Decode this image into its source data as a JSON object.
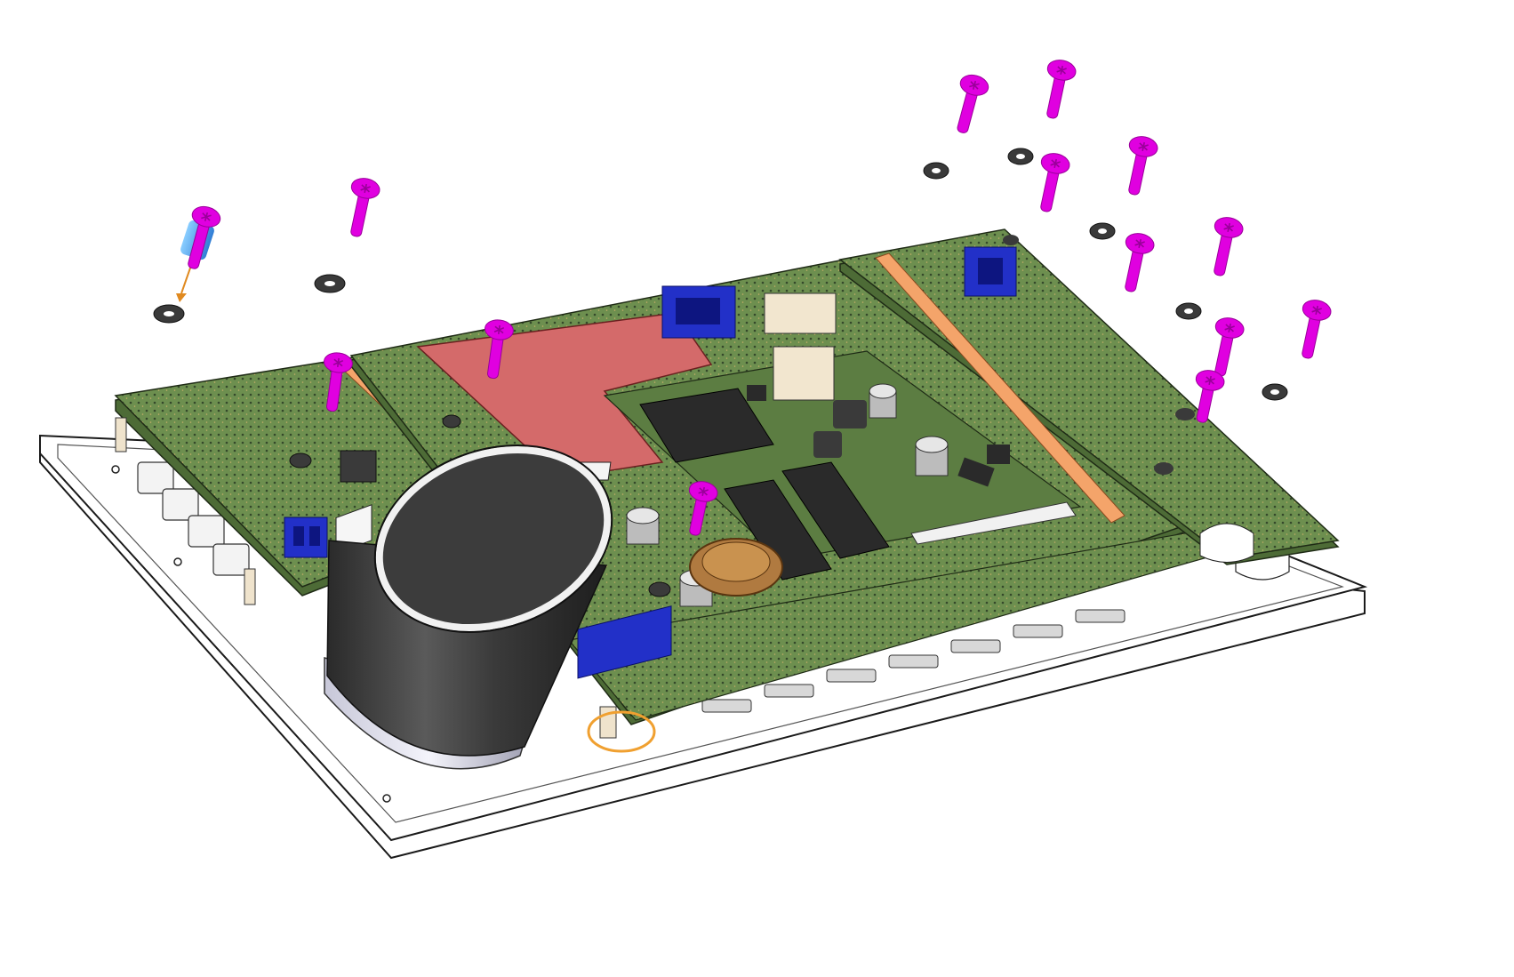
{
  "view": {
    "kind": "exploded-assembly",
    "background": "#ffffff"
  },
  "colors": {
    "baseplate": "#ffffff",
    "baseplate_edge": "#1a1a1a",
    "pcb": "#6d8f4f",
    "pcb_dark": "#4d6b36",
    "pcb_dot": "#2e3f22",
    "screw": "#e000e0",
    "screw_dark": "#9a009a",
    "washer": "#3a3a3a",
    "connector_blue": "#2230c8",
    "header_orange": "#f4a46a",
    "thermal_pad": "#d46a6a",
    "ic_black": "#2a2a2a",
    "speaker_body": "#3c3c3c",
    "speaker_ring": "#d9d9e6",
    "highlight_ring": "#f0a030",
    "tool_blue": "#3aa0f0",
    "arrow_orange": "#e08a20",
    "standoff": "#efe3cc",
    "beige_connector": "#f2e6cf"
  },
  "icons": {
    "screw": "screw-icon",
    "washer": "washer-icon",
    "speaker": "cylinder-speaker",
    "highlight": "orange-circle-marker",
    "insert_tool": "placement-arrow"
  }
}
